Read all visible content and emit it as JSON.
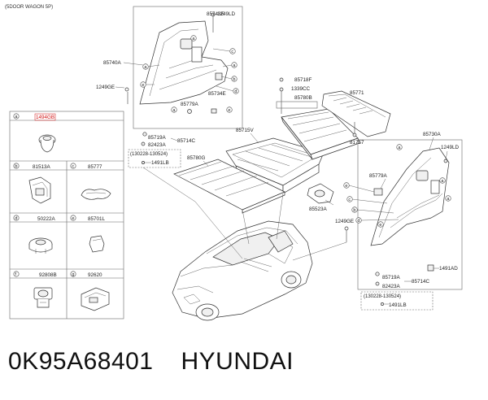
{
  "diagram": {
    "variant": "(5DOOR WAGON 5P)",
    "parts": {
      "p85743E": "85743E",
      "p1249LD_top": "1249LD",
      "p85740A": "85740A",
      "p1249GE_left": "1249GE",
      "p85779A_left": "85779A",
      "p85734E": "85734E",
      "p85719A_top": "85719A",
      "p85714C_top": "85714C",
      "p82423A_top": "82423A",
      "p1491LB_top": "1491LB",
      "p85718F": "85718F",
      "p1339CC": "1339CC",
      "p85780B": "85780B",
      "p85771": "85771",
      "p81757": "81757",
      "p85715V": "85715V",
      "p85780G": "85780G",
      "p85523A": "85523A",
      "p85730A": "85730A",
      "p1249LD_right": "1249LD",
      "p85779A_right": "85779A",
      "p1249GE_right": "1249GE",
      "p1491AD": "1491AD",
      "p85719A_bot": "85719A",
      "p82423A_bot": "82423A",
      "p85714C_bot": "85714C",
      "p1491LB_bot": "1491LB"
    },
    "date_codes": {
      "top": "(130228-130524)",
      "bottom": "(130228-130524)"
    },
    "callouts": [
      "a",
      "b",
      "c",
      "d",
      "e"
    ],
    "legend": {
      "a": {
        "letter": "a",
        "part": "1494GB"
      },
      "b": {
        "letter": "b",
        "part": "81513A"
      },
      "c": {
        "letter": "c",
        "part": "85777"
      },
      "d": {
        "letter": "d",
        "part": "50222A"
      },
      "e": {
        "letter": "e",
        "part": "85701L"
      },
      "f": {
        "letter": "f",
        "part": "92808B"
      },
      "g": {
        "letter": "g",
        "part": "92620"
      }
    }
  },
  "footer": {
    "part_number": "0K95A68401",
    "brand": "HYUNDAI"
  },
  "colors": {
    "highlight": "#d01010",
    "line": "#444444"
  }
}
